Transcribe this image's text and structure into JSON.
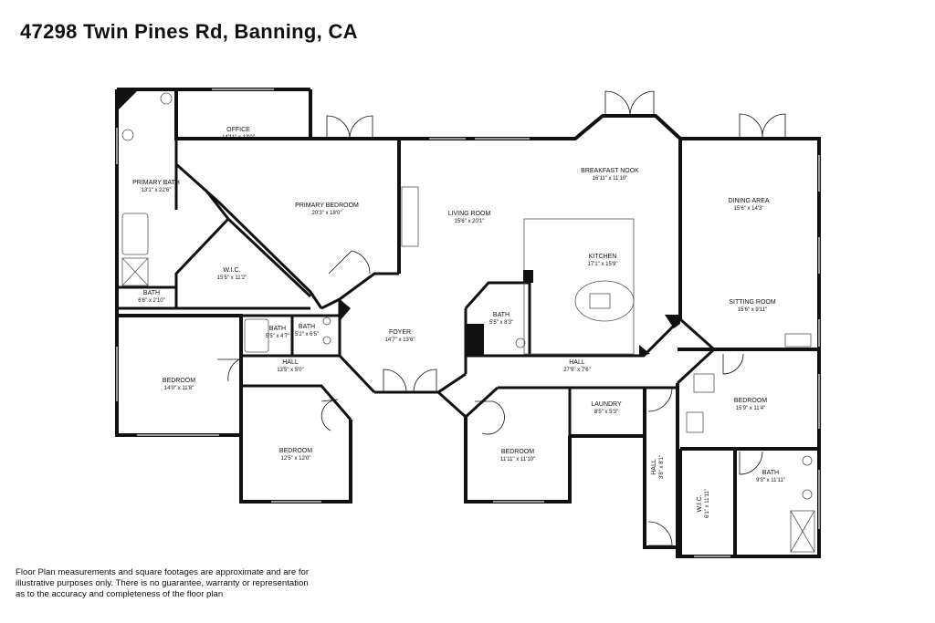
{
  "title": "47298 Twin Pines Rd, Banning, CA",
  "rooms": {
    "office": {
      "name": "OFFICE",
      "dims": "14'11\" x 13'0\""
    },
    "primary_bath": {
      "name": "PRIMARY BATH",
      "dims": "13'1\" x 22'6\""
    },
    "primary_bedroom": {
      "name": "PRIMARY BEDROOM",
      "dims": "20'3\" x 18'0\""
    },
    "wic_primary": {
      "name": "W.I.C.",
      "dims": "15'5\" x 11'2\""
    },
    "bath_small": {
      "name": "BATH",
      "dims": "6'6\" x 2'10\""
    },
    "living_room": {
      "name": "LIVING ROOM",
      "dims": "15'6\" x 20'1\""
    },
    "breakfast_nook": {
      "name": "BREAKFAST NOOK",
      "dims": "16'11\" x 11'10\""
    },
    "dining_area": {
      "name": "DINING AREA",
      "dims": "15'6\" x 14'3\""
    },
    "kitchen": {
      "name": "KITCHEN",
      "dims": "17'1\" x 15'9\""
    },
    "sitting_room": {
      "name": "SITTING ROOM",
      "dims": "15'6\" x 9'11\""
    },
    "bedroom_left": {
      "name": "BEDROOM",
      "dims": "14'0\" x 11'8\""
    },
    "bath_hall1": {
      "name": "BATH",
      "dims": "5'5\" x 4'7\""
    },
    "bath_hall2": {
      "name": "BATH",
      "dims": "5'2\" x 6'5\""
    },
    "foyer": {
      "name": "FOYER",
      "dims": "14'7\" x 13'6\""
    },
    "bath_center": {
      "name": "BATH",
      "dims": "5'5\" x 8'3\""
    },
    "hall_left": {
      "name": "HALL",
      "dims": "13'5\" x 5'0\""
    },
    "hall_main": {
      "name": "HALL",
      "dims": "27'9\" x 7'6\""
    },
    "bedroom_sw": {
      "name": "BEDROOM",
      "dims": "12'5\" x 12'0\""
    },
    "bedroom_center": {
      "name": "BEDROOM",
      "dims": "11'11\" x 11'10\""
    },
    "laundry": {
      "name": "LAUNDRY",
      "dims": "8'5\" x 5'3\""
    },
    "bedroom_east": {
      "name": "BEDROOM",
      "dims": "15'9\" x 11'4\""
    },
    "hall_vertical": {
      "name": "HALL",
      "dims": "3'8\" x 8'1\""
    },
    "wic_east": {
      "name": "W.I.C.",
      "dims": "6'1\" x 11'11\""
    },
    "bath_east": {
      "name": "BATH",
      "dims": "9'3\" x 11'11\""
    }
  },
  "disclaimer": [
    "Floor Plan measurements and square footages are approximate and are for",
    "illustrative purposes only. There is no guarantee, warranty or representation",
    "as to the accuracy and completeness of the floor plan"
  ],
  "colors": {
    "wall": "#111111",
    "window": "#9a9a9a",
    "fixture": "#555555"
  }
}
